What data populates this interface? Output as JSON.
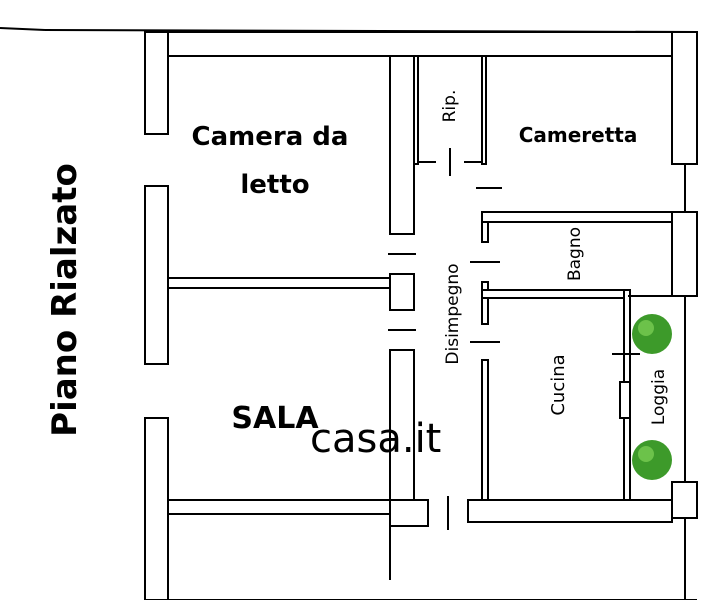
{
  "title": "Piano Rialzato",
  "rooms": {
    "camera_line1": "Camera da",
    "camera_line2": "letto",
    "sala": "SALA",
    "ripostiglio": "Rip.",
    "cameretta": "Cameretta",
    "disimpegno": "Disimpegno",
    "bagno": "Bagno",
    "cucina": "Cucina",
    "loggia": "Loggia"
  },
  "watermark": "casa.it"
}
